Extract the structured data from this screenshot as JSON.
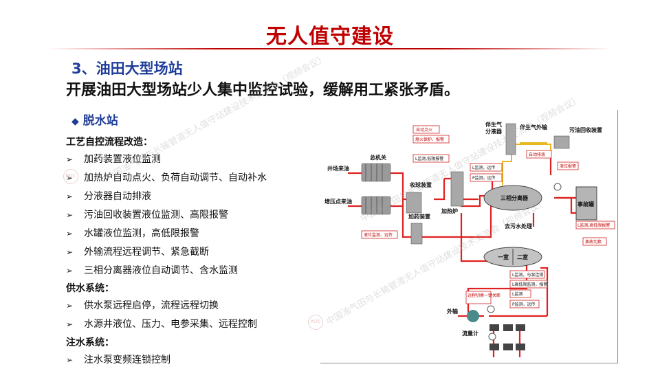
{
  "slide": {
    "title": "无人值守建设",
    "section": "3、油田大型场站",
    "intro": "开展油田大型场站少人集中监控试验，缓解用工紧张矛盾。",
    "subhead": "脱水站"
  },
  "blocks": [
    {
      "title": "工艺自控流程改造：",
      "items": [
        "加药装置液位监测",
        "加热炉自动点火、负荷自动调节、自动补水",
        "分液器自动排液",
        "污油回收装置液位监测、高限报警",
        "水罐液位监测，高低限报警",
        "外输流程远程调节、紧急截断",
        "三相分离器液位自动调节、含水监测"
      ]
    },
    {
      "title": "供水系统：",
      "items": [
        "供水泵远程启停，流程远程切换",
        "水源井液位、压力、电参采集、远程控制"
      ]
    },
    {
      "title": "注水系统：",
      "items": [
        "注水泵变频连锁控制"
      ]
    }
  ],
  "diagram": {
    "labels": {
      "manifold": "总机关",
      "well_in": "井场来油",
      "boost_in": "增压点来油",
      "recovery": "收球装置",
      "dosing": "加药装置",
      "heater": "加热炉",
      "separator": "三相分离器",
      "sewage": "去污水处理",
      "gas": "伴生气",
      "gas_sep": "分液器",
      "gas_out": "伴生气外输",
      "oil_recovery": "污油回收装置",
      "emergency_tank": "事故罐",
      "tank": "一室",
      "tank2": "二室",
      "export": "外输",
      "flowmeter": "流量计"
    },
    "tags": {
      "auto_ignite": "自动点火",
      "heater_protect": "熄火保护、报警",
      "l_alarm": "L监测,低限报警",
      "level_pump": "液位监测、远传",
      "l_remote": "L监测，远传",
      "p_remote": "P监测，远传",
      "auto_drain": "自动排液",
      "level_alarm": "液位报警",
      "l_hl_alarm": "L监测,高低限报警",
      "emergency_cut": "事故切换",
      "l_monitor": "L监测，与泵连锁",
      "l_hl_alarm2": "L高低限监测，报警",
      "l_monitor2": "L监测",
      "p_remote2": "P监测，远传",
      "remote_switch": "远程切换一键关断"
    }
  },
  "watermark": {
    "text": "中国油气田与长输管道无人值守站建设技术交流会（视频会议）",
    "logo": "PSTC"
  },
  "colors": {
    "title": "#c00000",
    "heading": "#1f3d99",
    "pipe": "#e02020"
  }
}
